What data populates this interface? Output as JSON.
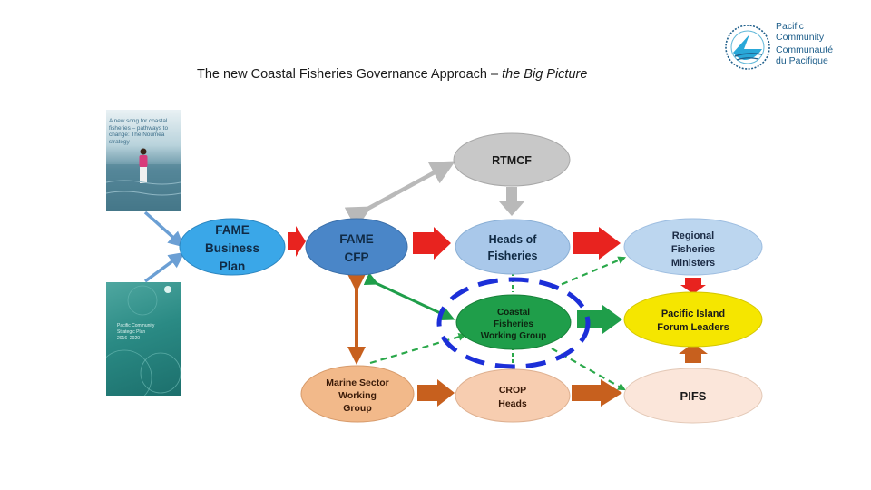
{
  "slide": {
    "title_main": "The new Coastal Fisheries Governance Approach –",
    "title_italic": "the Big Picture"
  },
  "logo": {
    "line1": "Pacific",
    "line2": "Community",
    "line3": "Communauté",
    "line4": "du Pacifique",
    "color": "#1f5f8b"
  },
  "cover_new_song": {
    "text": "A new song for coastal fisheries – pathways to change: The Noumea strategy"
  },
  "cover_strategic_plan": {
    "line1": "Pacific Community",
    "line2": "Strategic Plan",
    "line3": "2016–2020"
  },
  "nodes": {
    "fame_business_plan": {
      "lines": [
        "FAME",
        "Business",
        "Plan"
      ],
      "color": "#3aa7e8"
    },
    "fame_cfp": {
      "lines": [
        "FAME",
        "CFP"
      ],
      "color": "#4a86c8"
    },
    "rtmcf": {
      "lines": [
        "RTMCF"
      ],
      "color": "#c8c8c8"
    },
    "heads_of_fisheries": {
      "lines": [
        "Heads of",
        "Fisheries"
      ],
      "color": "#a9c8ea"
    },
    "regional_fisheries_ministers": {
      "lines": [
        "Regional",
        "Fisheries",
        "Ministers"
      ],
      "color": "#bcd6ef"
    },
    "coastal_fisheries_working_group": {
      "lines": [
        "Coastal",
        "Fisheries",
        "Working Group"
      ],
      "color": "#1f9e4a"
    },
    "pacific_island_forum_leaders": {
      "lines": [
        "Pacific Island",
        "Forum Leaders"
      ],
      "color": "#f5e600"
    },
    "marine_sector_working_group": {
      "lines": [
        "Marine Sector",
        "Working",
        "Group"
      ],
      "color": "#f2b98a"
    },
    "crop_heads": {
      "lines": [
        "CROP",
        "Heads"
      ],
      "color": "#f7cdb0"
    },
    "pifs": {
      "lines": [
        "PIFS"
      ],
      "color": "#fbe6da"
    }
  },
  "colors": {
    "red_arrow": "#e8231f",
    "green_arrow": "#1f9e4a",
    "brown_arrow": "#c7601e",
    "grey_arrow": "#b9b9b9",
    "blue_arrow": "#6b9fd4",
    "dashed_ring": "#1c2fd8"
  }
}
